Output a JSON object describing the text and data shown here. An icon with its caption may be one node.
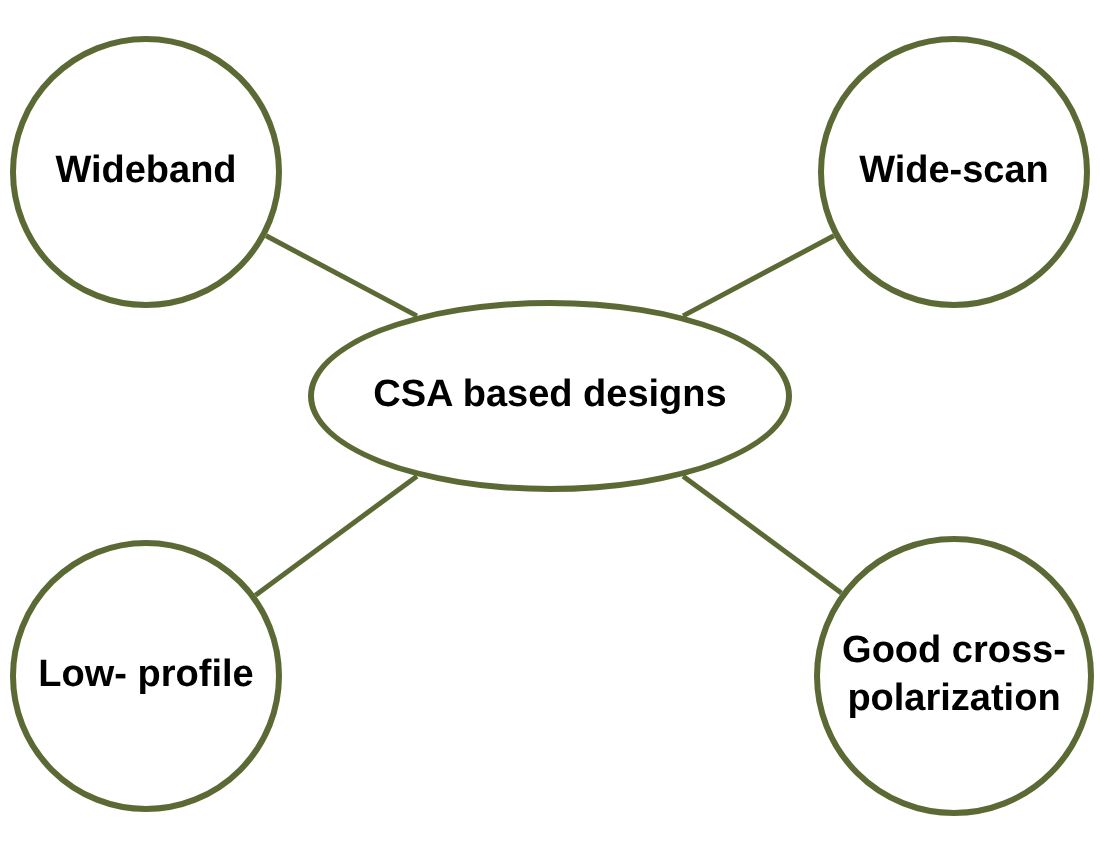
{
  "diagram": {
    "nodes": [
      {
        "text": [
          "Wideband"
        ]
      },
      {
        "text": [
          "Wide-scan"
        ]
      },
      {
        "text": [
          "CSA based designs"
        ]
      },
      {
        "text": [
          "Low- profile"
        ]
      },
      {
        "text": [
          "Good cross-polarization"
        ]
      }
    ],
    "edges": [
      {
        "from": 2,
        "to": 0,
        "arrow": "none"
      },
      {
        "from": 2,
        "to": 1,
        "arrow": "none"
      },
      {
        "from": 2,
        "to": 3,
        "arrow": "none"
      },
      {
        "from": 2,
        "to": 4,
        "arrow": "none"
      }
    ]
  }
}
